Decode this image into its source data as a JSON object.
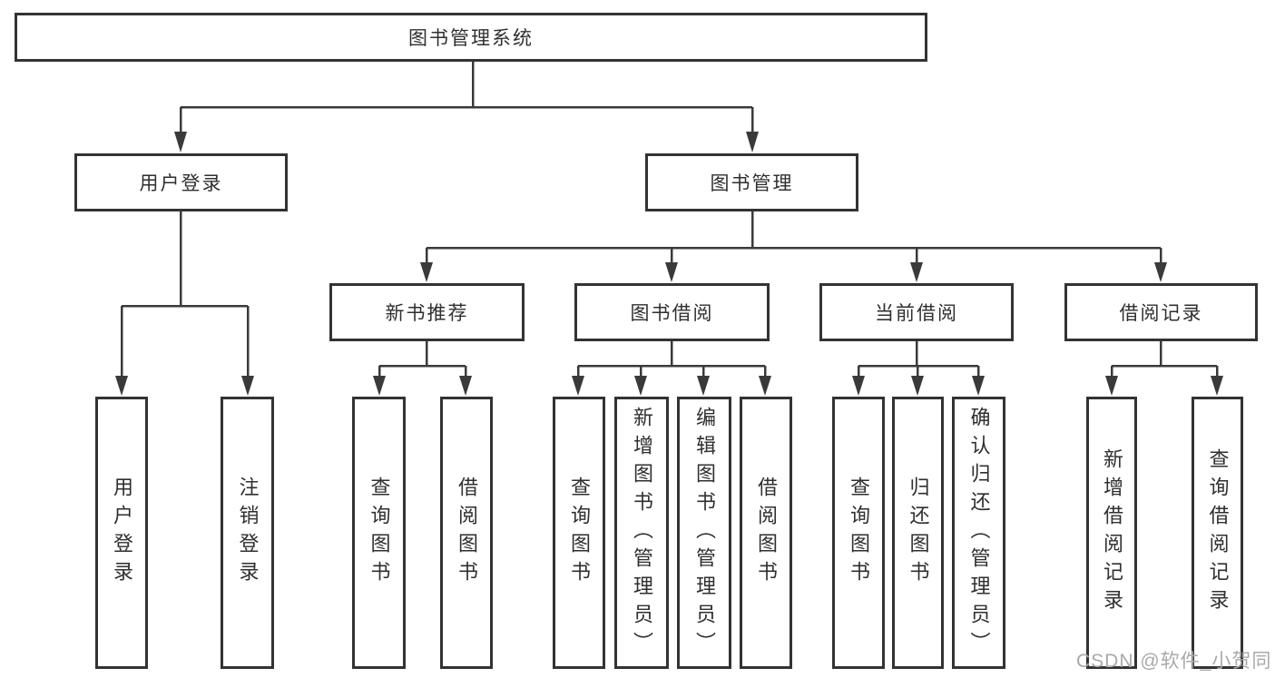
{
  "diagram": {
    "type": "tree",
    "root": {
      "label": "图书管理系统"
    },
    "branches": [
      {
        "label": "用户登录",
        "children": [
          {
            "label": "用户登录"
          },
          {
            "label": "注销登录"
          }
        ]
      },
      {
        "label": "图书管理",
        "children": [
          {
            "label": "新书推荐",
            "children": [
              {
                "label": "查询图书"
              },
              {
                "label": "借阅图书"
              }
            ]
          },
          {
            "label": "图书借阅",
            "children": [
              {
                "label": "查询图书"
              },
              {
                "label": "新增图书（管理员）"
              },
              {
                "label": "编辑图书（管理员）"
              },
              {
                "label": "借阅图书"
              }
            ]
          },
          {
            "label": "当前借阅",
            "children": [
              {
                "label": "查询图书"
              },
              {
                "label": "归还图书"
              },
              {
                "label": "确认归还（管理员）"
              }
            ]
          },
          {
            "label": "借阅记录",
            "children": [
              {
                "label": "新增借阅记录"
              },
              {
                "label": "查询借阅记录"
              }
            ]
          }
        ]
      }
    ],
    "watermark": "CSDN @软件_小贺同学",
    "colors": {
      "line": "#3a3a3a",
      "box_border": "#333333",
      "text": "#2f2f2f",
      "watermark": "#a9a9a9",
      "background": "#ffffff"
    }
  }
}
